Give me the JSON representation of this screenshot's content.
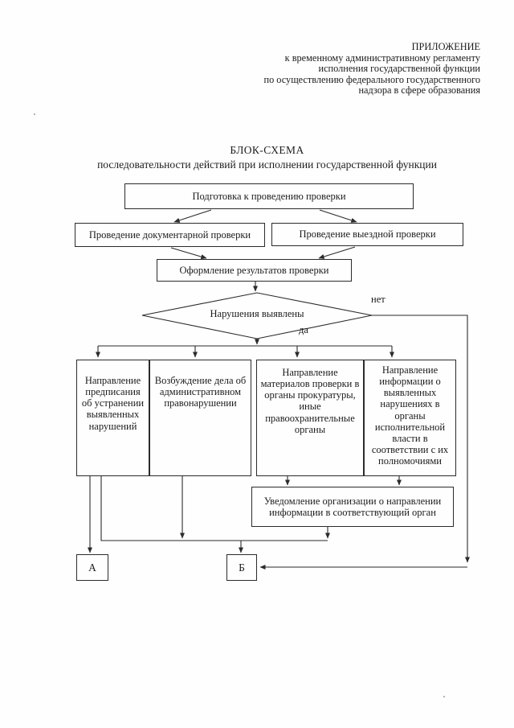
{
  "document": {
    "header_lines": [
      "ПРИЛОЖЕНИЕ",
      "к временному административному регламенту",
      "исполнения государственной функции",
      "по осуществлению федерального государственного",
      "надзора в сфере образования"
    ],
    "title": "БЛОК-СХЕМА",
    "subtitle": "последовательности действий при исполнении государственной функции"
  },
  "flowchart": {
    "nodes": {
      "prepare": "Подготовка к проведению проверки",
      "documentary_check": "Проведение документарной проверки",
      "onsite_check": "Проведение выездной проверки",
      "results": "Оформление результатов проверки",
      "decision": "Нарушения выявлены",
      "prescription": "Направление предписания об устранении выявленных нарушений",
      "admin_case": "Возбуждение дела об административном правонарушении",
      "prosecution": "Направление материалов проверки в органы прокуратуры, иные правоохранительные органы",
      "exec_authorities": "Направление информации о выявленных нарушениях в органы исполнительной власти в соответствии с их полномочиями",
      "notification": "Уведомление организации о направлении информации в соответствующий орган",
      "connector_a": "А",
      "connector_b": "Б"
    },
    "branch_labels": {
      "no": "нет",
      "yes": "да"
    }
  },
  "colors": {
    "ink": "#1c1c1c",
    "line": "#2b2b2b",
    "paper": "#fefefe"
  }
}
